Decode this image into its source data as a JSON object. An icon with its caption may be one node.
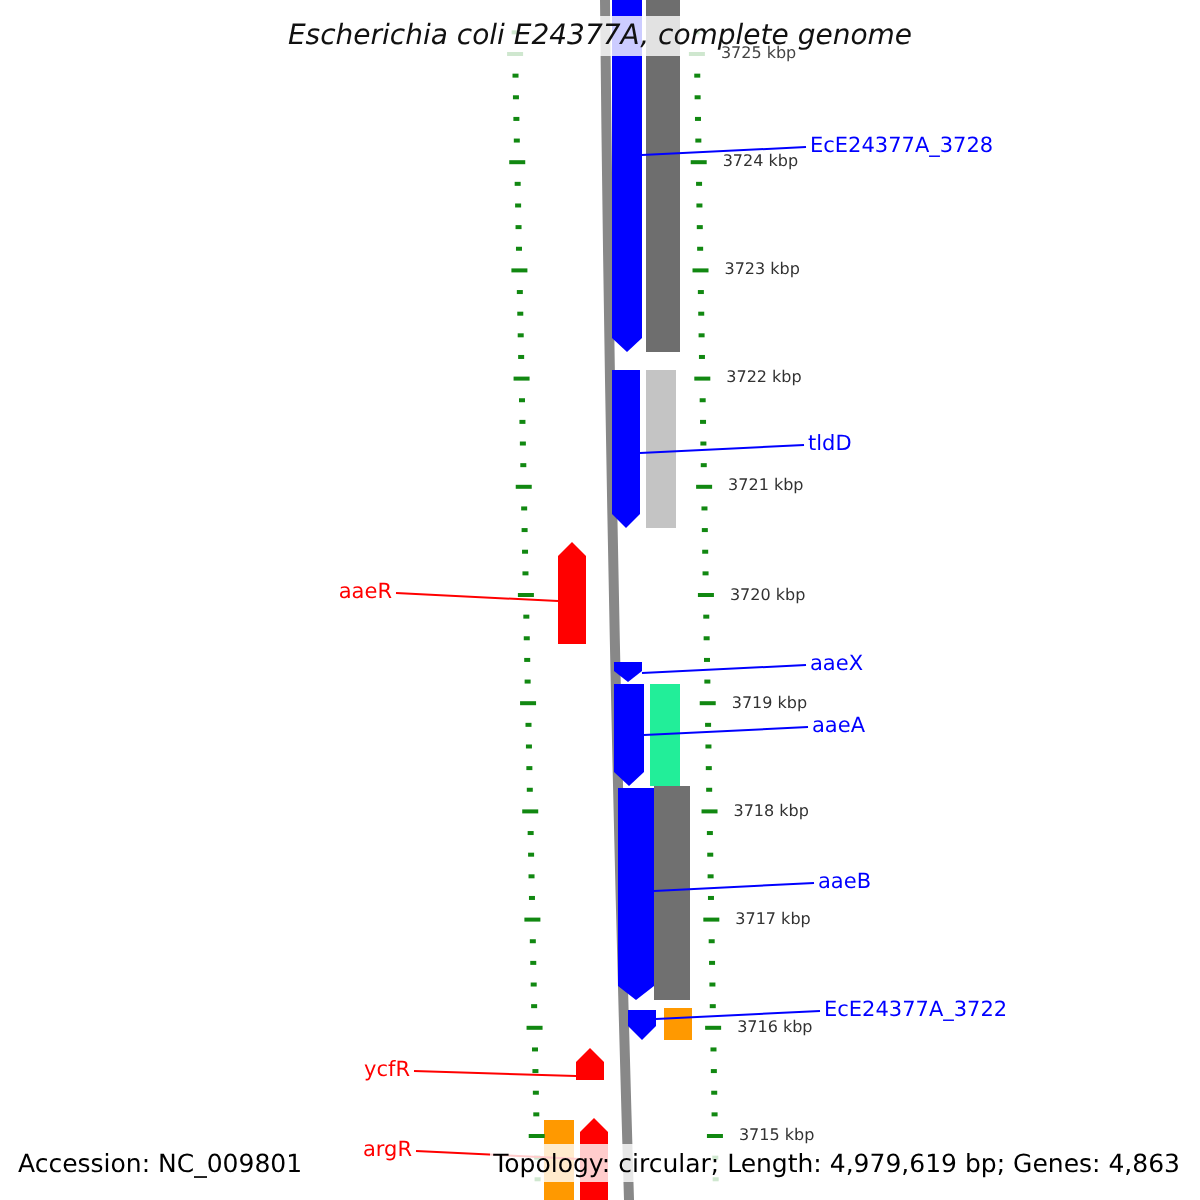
{
  "diagram": {
    "title": "Escherichia coli E24377A, complete genome",
    "nodes": [
      {
        "text": [
          "EcE24377A_3728"
        ]
      },
      {
        "text": [],
        "shape": "arrow"
      },
      {
        "text": [
          "tldD"
        ]
      },
      {
        "text": [],
        "shape": "arrow"
      },
      {
        "text": [
          "aaeR"
        ]
      },
      {
        "text": [],
        "shape": "arrow"
      },
      {
        "text": [
          "aaeX"
        ]
      },
      {
        "text": [],
        "shape": "arrow"
      },
      {
        "text": [
          "aaeA"
        ]
      },
      {
        "text": [],
        "shape": "arrow"
      },
      {
        "text": [
          "aaeB"
        ]
      },
      {
        "text": [],
        "shape": "arrow"
      },
      {
        "text": [
          "EcE24377A_3722"
        ]
      },
      {
        "text": [],
        "shape": "arrow"
      },
      {
        "text": [
          "ycfR"
        ]
      },
      {
        "text": [],
        "shape": "arrow"
      },
      {
        "text": [
          "argR"
        ]
      },
      {
        "text": [],
        "shape": "arrow"
      }
    ],
    "edges": [
      {
        "from": 0,
        "to": 1,
        "arrow": "none"
      },
      {
        "from": 2,
        "to": 3,
        "arrow": "none"
      },
      {
        "from": 4,
        "to": 5,
        "arrow": "none",
        "color": "#ff0000"
      },
      {
        "from": 6,
        "to": 7,
        "arrow": "none"
      },
      {
        "from": 8,
        "to": 9,
        "arrow": "none"
      },
      {
        "from": 10,
        "to": 11,
        "arrow": "none"
      },
      {
        "from": 12,
        "to": 13,
        "arrow": "none"
      },
      {
        "from": 14,
        "to": 15,
        "arrow": "none",
        "color": "#ff0000"
      },
      {
        "from": 16,
        "to": 17,
        "arrow": "none",
        "color": "#ff0000"
      }
    ],
    "labels": [
      "3725 kbp",
      "3724 kbp",
      "3723 kbp",
      "3722 kbp",
      "3721 kbp",
      "3720 kbp",
      "3719 kbp",
      "3718 kbp",
      "3717 kbp",
      "3716 kbp",
      "3715 kbp",
      "Accession: NC_009801",
      "Topology: circular; Length: 4,979,619 bp; Genes: 4,863"
    ]
  }
}
